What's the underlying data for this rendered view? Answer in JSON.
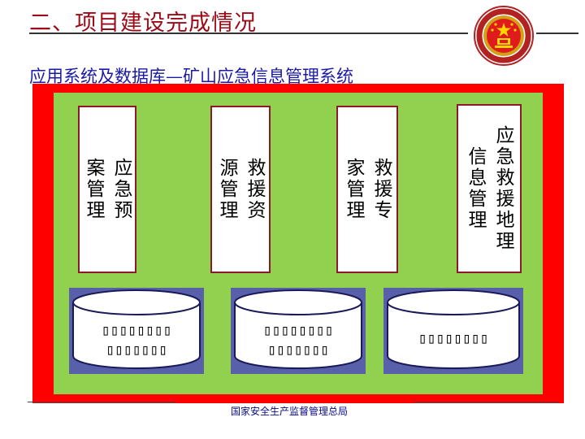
{
  "header": {
    "title": "二、项目建设完成情况",
    "subtitle": "应用系统及数据库—矿山应急信息管理系统"
  },
  "modules": [
    {
      "label": "应急预案管理"
    },
    {
      "label": "救援资源管理"
    },
    {
      "label": "救援专家管理"
    },
    {
      "label": "应急救援地理信息管理"
    }
  ],
  "databases": [
    {
      "lines": [
        "▯▯▯▯▯▯▯▯",
        "▯▯▯▯▯▯▯"
      ]
    },
    {
      "lines": [
        "▯▯▯▯▯▯▯▯",
        "▯▯▯▯▯▯▯"
      ]
    },
    {
      "lines": [
        "▯▯▯▯▯▯▯▯"
      ]
    }
  ],
  "footer": {
    "org": "国家安全生产监督管理总局"
  },
  "colors": {
    "outer_frame": "#ff0000",
    "inner_frame": "#92d050",
    "database_panel": "#5760a8",
    "title": "#9b0a16",
    "subtitle": "#1a1aa6"
  },
  "icons": {
    "emblem": "national-emblem-icon"
  }
}
